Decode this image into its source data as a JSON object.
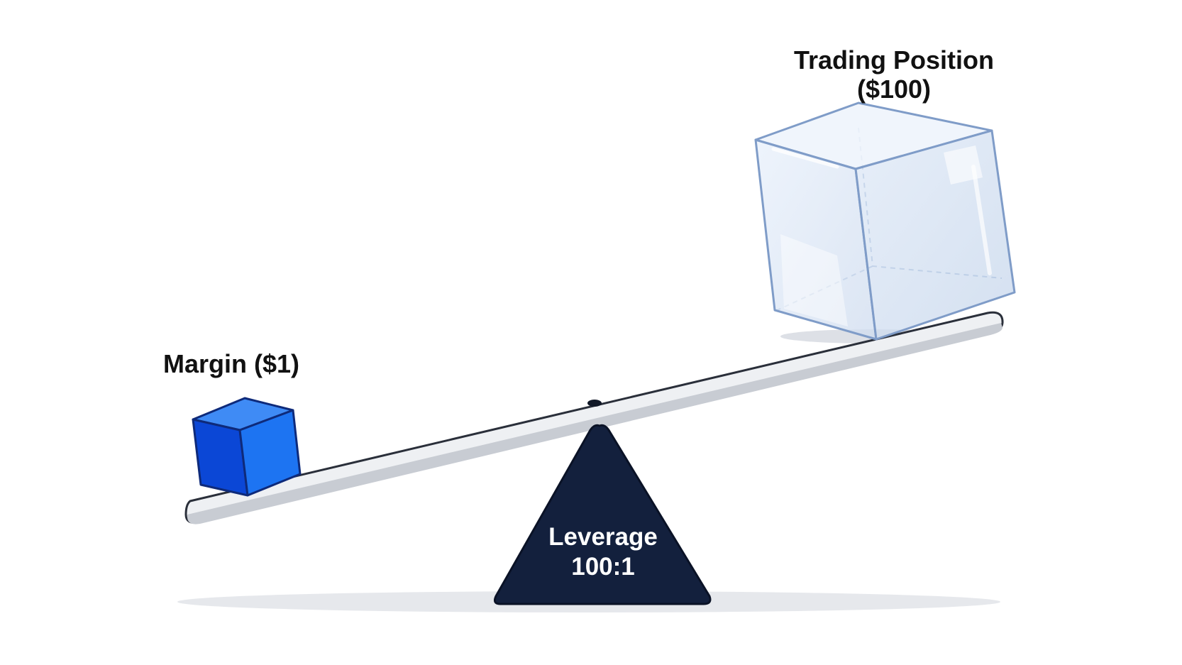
{
  "margin": {
    "label": "Margin ($1)",
    "color": "#1a5fe8"
  },
  "position": {
    "title": "Trading Position",
    "value": "($100)"
  },
  "leverage": {
    "line1": "Leverage",
    "line2": "100:1",
    "fulcrum_color": "#13203d"
  }
}
